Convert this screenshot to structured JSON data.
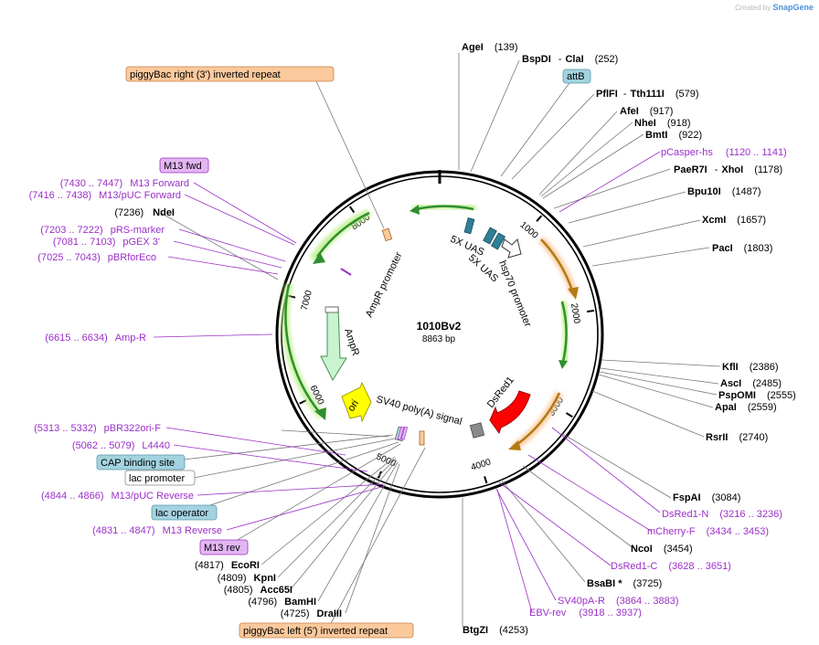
{
  "credit": {
    "prefix": "Created by",
    "brand": "SnapGene"
  },
  "plasmid": {
    "name": "1010Bv2",
    "size_label": "8863 bp",
    "length": 8863
  },
  "ticks": [
    "1000",
    "2000",
    "3000",
    "4000",
    "5000",
    "6000",
    "7000",
    "8000"
  ],
  "colors": {
    "restriction": "#000000",
    "primer": "#9b2fc8",
    "feature_bg_orange": "#fbc99c",
    "feature_bg_blue": "#a3d3e0",
    "feature_bg_purple": "#e3b6f3"
  },
  "features": [
    {
      "name": "AmpR promoter",
      "color": "#9fde3a"
    },
    {
      "name": "AmpR",
      "color": "#c8f4cf"
    },
    {
      "name": "ori",
      "color": "#ffff00"
    },
    {
      "name": "SV40 poly(A) signal",
      "color": "#c9c9c9"
    },
    {
      "name": "DsRed1",
      "color": "#ff0000"
    },
    {
      "name": "hsp70 promoter",
      "color": "#ffffff"
    },
    {
      "name": "5X UAS",
      "color": "#2f7f96"
    },
    {
      "name": "5X UAS",
      "color": "#2f7f96"
    }
  ],
  "labels_right": [
    {
      "name": "AgeI",
      "pos": "(139)",
      "kind": "enzyme"
    },
    {
      "name": "BspDI",
      "extra": "ClaI",
      "pos": "(252)",
      "kind": "enzyme"
    },
    {
      "name": "attB",
      "kind": "box-blue"
    },
    {
      "name": "PflFI",
      "extra": "Tth111I",
      "pos": "(579)",
      "kind": "enzyme"
    },
    {
      "name": "AfeI",
      "pos": "(917)",
      "kind": "enzyme"
    },
    {
      "name": "NheI",
      "pos": "(918)",
      "kind": "enzyme"
    },
    {
      "name": "BmtI",
      "pos": "(922)",
      "kind": "enzyme"
    },
    {
      "name": "pCasper-hs",
      "pos": "(1120 .. 1141)",
      "kind": "primer"
    },
    {
      "name": "PaeR7I",
      "extra": "XhoI",
      "pos": "(1178)",
      "kind": "enzyme"
    },
    {
      "name": "Bpu10I",
      "pos": "(1487)",
      "kind": "enzyme"
    },
    {
      "name": "XcmI",
      "pos": "(1657)",
      "kind": "enzyme"
    },
    {
      "name": "PacI",
      "pos": "(1803)",
      "kind": "enzyme"
    },
    {
      "name": "KflI",
      "pos": "(2386)",
      "kind": "enzyme"
    },
    {
      "name": "AscI",
      "pos": "(2485)",
      "kind": "enzyme"
    },
    {
      "name": "PspOMI",
      "pos": "(2555)",
      "kind": "enzyme"
    },
    {
      "name": "ApaI",
      "pos": "(2559)",
      "kind": "enzyme"
    },
    {
      "name": "RsrII",
      "pos": "(2740)",
      "kind": "enzyme"
    },
    {
      "name": "FspAI",
      "pos": "(3084)",
      "kind": "enzyme"
    },
    {
      "name": "DsRed1-N",
      "pos": "(3216 .. 3236)",
      "kind": "primer"
    },
    {
      "name": "mCherry-F",
      "pos": "(3434 .. 3453)",
      "kind": "primer"
    },
    {
      "name": "NcoI",
      "pos": "(3454)",
      "kind": "enzyme"
    },
    {
      "name": "DsRed1-C",
      "pos": "(3628 .. 3651)",
      "kind": "primer"
    },
    {
      "name": "BsaBI *",
      "pos": "(3725)",
      "kind": "enzyme"
    },
    {
      "name": "SV40pA-R",
      "pos": "(3864 .. 3883)",
      "kind": "primer"
    },
    {
      "name": "EBV-rev",
      "pos": "(3918 .. 3937)",
      "kind": "primer"
    },
    {
      "name": "BtgZI",
      "pos": "(4253)",
      "kind": "enzyme"
    }
  ],
  "labels_left": [
    {
      "name": "piggyBac right (3') inverted repeat",
      "kind": "box-orange"
    },
    {
      "name": "M13 fwd",
      "kind": "box-purple"
    },
    {
      "name": "M13 Forward",
      "pos": "(7430 .. 7447)",
      "kind": "primer"
    },
    {
      "name": "M13/pUC Forward",
      "pos": "(7416 .. 7438)",
      "kind": "primer"
    },
    {
      "name": "NdeI",
      "pos": "(7236)",
      "kind": "enzyme"
    },
    {
      "name": "pRS-marker",
      "pos": "(7203 .. 7222)",
      "kind": "primer"
    },
    {
      "name": "pGEX 3'",
      "pos": "(7081 .. 7103)",
      "kind": "primer"
    },
    {
      "name": "pBRforEco",
      "pos": "(7025 .. 7043)",
      "kind": "primer"
    },
    {
      "name": "Amp-R",
      "pos": "(6615 .. 6634)",
      "kind": "primer"
    },
    {
      "name": "pBR322ori-F",
      "pos": "(5313 .. 5332)",
      "kind": "primer"
    },
    {
      "name": "L4440",
      "pos": "(5062 .. 5079)",
      "kind": "primer"
    },
    {
      "name": "CAP binding site",
      "kind": "box-blue"
    },
    {
      "name": "lac promoter",
      "kind": "box-white"
    },
    {
      "name": "M13/pUC Reverse",
      "pos": "(4844 .. 4866)",
      "kind": "primer"
    },
    {
      "name": "lac operator",
      "kind": "box-blue"
    },
    {
      "name": "M13 Reverse",
      "pos": "(4831 .. 4847)",
      "kind": "primer"
    },
    {
      "name": "M13 rev",
      "kind": "box-purple"
    },
    {
      "name": "EcoRI",
      "pos": "(4817)",
      "kind": "enzyme"
    },
    {
      "name": "KpnI",
      "pos": "(4809)",
      "kind": "enzyme"
    },
    {
      "name": "Acc65I",
      "pos": "(4805)",
      "kind": "enzyme"
    },
    {
      "name": "BamHI",
      "pos": "(4796)",
      "kind": "enzyme"
    },
    {
      "name": "DraIII",
      "pos": "(4725)",
      "kind": "enzyme"
    },
    {
      "name": "piggyBac left (5') inverted repeat",
      "kind": "box-orange"
    }
  ]
}
